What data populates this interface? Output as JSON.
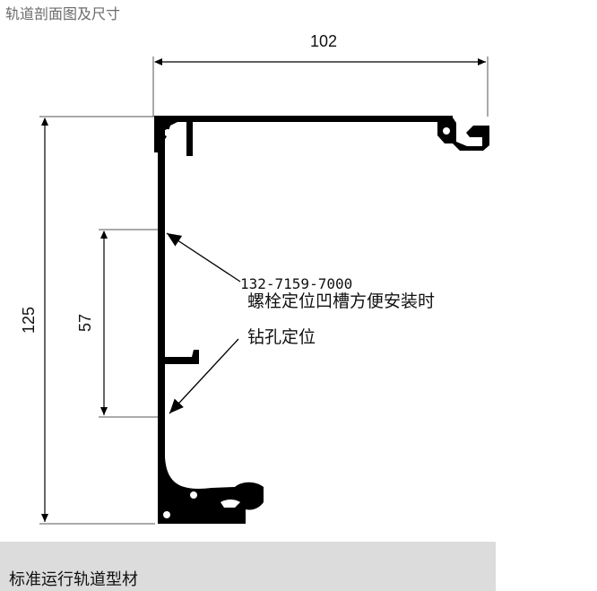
{
  "title": "轨道剖面图及尺寸",
  "dimensions": {
    "width": "102",
    "height": "125",
    "slot": "57"
  },
  "annotations": {
    "phone": "132-7159-7000",
    "line1": "螺栓定位凹槽方便安装时",
    "line2": "钻孔定位"
  },
  "footer": {
    "label": "标准运行轨道型材"
  },
  "colors": {
    "profile": "#000000",
    "footer_bg": "#dcdcdc",
    "title": "#6b6b6b"
  }
}
